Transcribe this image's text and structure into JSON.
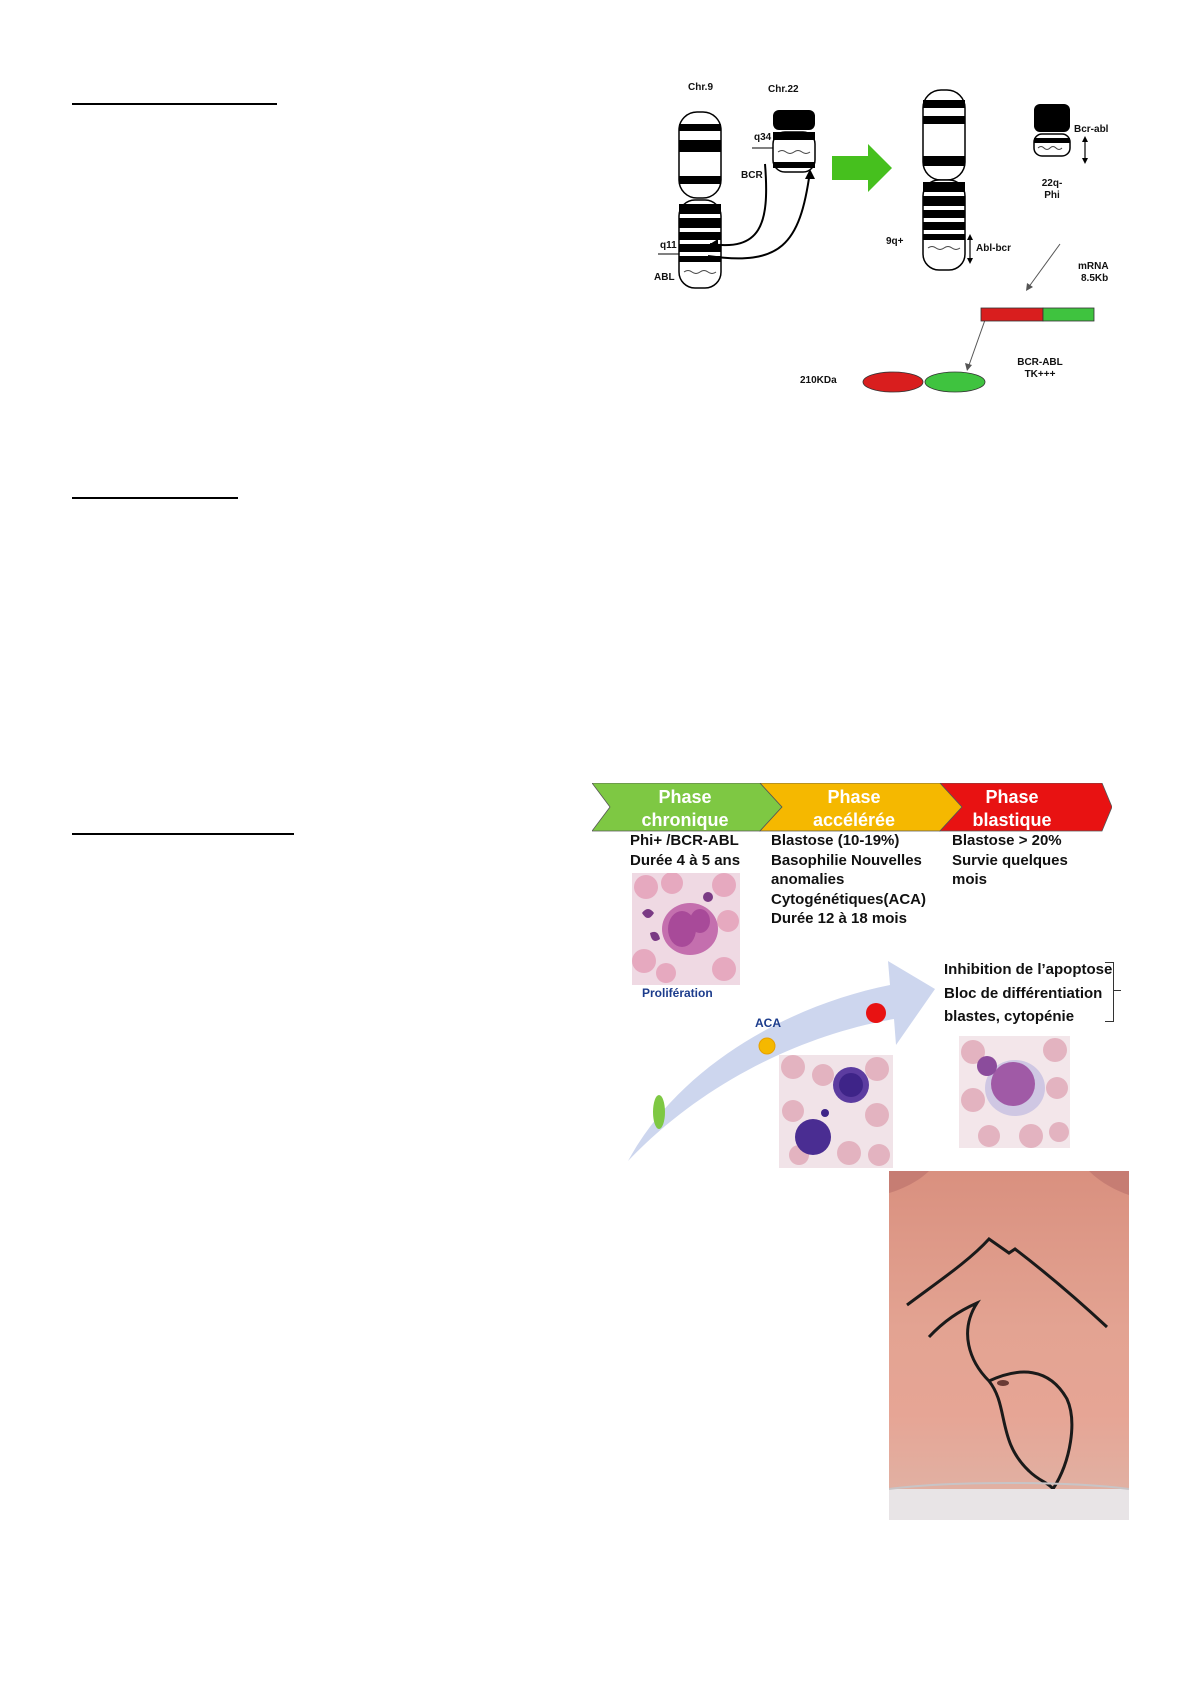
{
  "translocation": {
    "chr9_label": "Chr.9",
    "chr22_label": "Chr.22",
    "q34": "q34",
    "bcr": "BCR",
    "q11": "q11",
    "abl": "ABL",
    "nine_q_plus": "9q+",
    "abl_bcr": "Abl-bcr",
    "bcr_abl_top": "Bcr-abl",
    "ph_line1": "22q-",
    "ph_line2": "Phi",
    "mrna_line1": "mRNA",
    "mrna_line2": "8.5Kb",
    "protein_line1": "BCR-ABL",
    "protein_line2": "TK+++",
    "kda": "210KDa",
    "colors": {
      "red": "#d91e1e",
      "green": "#3fc33f",
      "arrow_green": "#46c01e"
    }
  },
  "phases": {
    "chronic": {
      "title_line1": "Phase",
      "title_line2": "chronique",
      "color": "#7ec843",
      "desc": [
        "Phi+ /BCR-ABL",
        "Durée 4 à 5 ans"
      ]
    },
    "accelerated": {
      "title_line1": "Phase",
      "title_line2": "accélérée",
      "color": "#f5b800",
      "desc": [
        "Blastose (10-19%)",
        "Basophilie Nouvelles",
        "anomalies",
        "Cytogénétiques(ACA)",
        "Durée 12 à 18 mois"
      ]
    },
    "blastic": {
      "title_line1": "Phase",
      "title_line2": "blastique",
      "color": "#e81212",
      "desc": [
        "Blastose > 20%",
        "Survie quelques",
        "mois"
      ]
    }
  },
  "progression": {
    "proliferation": "Prolifération",
    "aca": "ACA",
    "features": [
      "Inhibition de l’apoptose",
      "Bloc de différentiation",
      "blastes, cytopénie"
    ]
  }
}
